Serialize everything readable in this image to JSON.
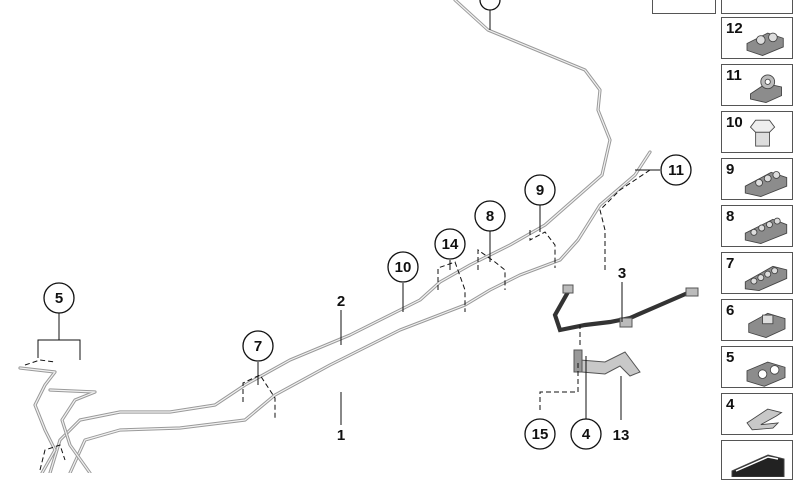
{
  "callouts": {
    "c1": "1",
    "c2": "2",
    "c3": "3",
    "c4": "4",
    "c5": "5",
    "c7": "7",
    "c8": "8",
    "c9": "9",
    "c10": "10",
    "c11": "11",
    "c13": "13",
    "c14": "14",
    "c15": "15"
  },
  "parts_column": [
    {
      "num": "12",
      "icon": "double-pipe-clip-icon"
    },
    {
      "num": "11",
      "icon": "pipe-clip-icon"
    },
    {
      "num": "10",
      "icon": "hex-bolt-icon"
    },
    {
      "num": "9",
      "icon": "triple-pipe-clip-icon"
    },
    {
      "num": "8",
      "icon": "quad-pipe-clip-icon"
    },
    {
      "num": "7",
      "icon": "multi-pipe-clip-icon"
    },
    {
      "num": "6",
      "icon": "square-pipe-clip-icon"
    },
    {
      "num": "5",
      "icon": "block-pipe-clip-icon"
    },
    {
      "num": "4",
      "icon": "spring-clip-icon"
    }
  ],
  "colors": {
    "line": "#111111",
    "pipe": "#9a9a9a",
    "hose": "#333333",
    "part": "#8c8c8c"
  }
}
